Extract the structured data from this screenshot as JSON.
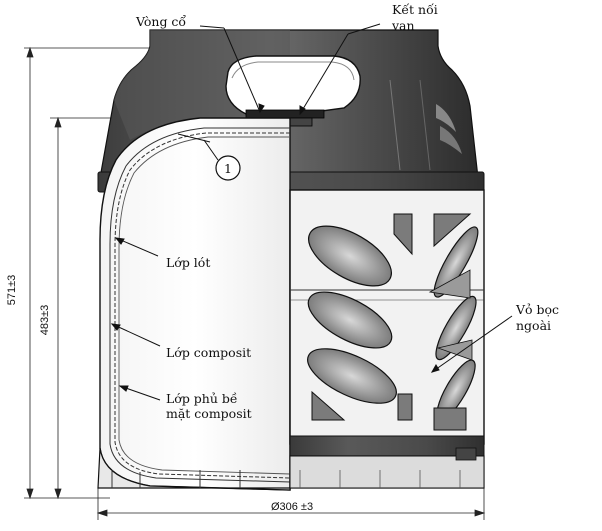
{
  "labels": {
    "vong_co": "Vòng cổ",
    "ket_noi_line1": "Kết nối",
    "ket_noi_line2": "van",
    "callout_number": "1",
    "lop_lot": "Lớp lót",
    "lop_composit": "Lớp composit",
    "lop_phu_line1": "Lớp phủ bề",
    "lop_phu_line2": "mặt composit",
    "vo_boc_line1": "Vỏ bọc",
    "vo_boc_line2": "ngoài"
  },
  "dimensions": {
    "total_height": "571±3",
    "body_height": "483±3",
    "diameter": "Ø306 ±3"
  }
}
